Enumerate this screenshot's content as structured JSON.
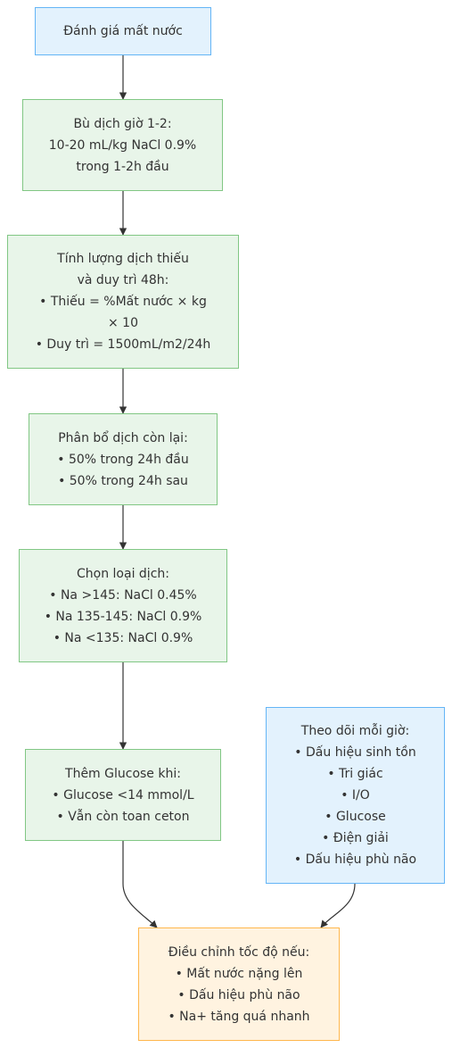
{
  "nodes": {
    "assess": {
      "lines": [
        "Đánh giá mất nước"
      ]
    },
    "bolus": {
      "lines": [
        "Bù dịch giờ 1-2:",
        "10-20 mL/kg NaCl 0.9%",
        "trong 1-2h đầu"
      ]
    },
    "calc": {
      "lines": [
        "Tính lượng dịch thiếu",
        "và duy trì 48h:",
        "• Thiếu = %Mất nước × kg",
        "× 10",
        "• Duy trì = 1500mL/m2/24h"
      ]
    },
    "distribute": {
      "lines": [
        "Phân bổ dịch còn lại:",
        "• 50% trong 24h đầu",
        "• 50% trong 24h sau"
      ]
    },
    "fluid_choice": {
      "lines": [
        "Chọn loại dịch:",
        "• Na >145: NaCl 0.45%",
        "• Na 135-145: NaCl 0.9%",
        "• Na <135: NaCl 0.9%"
      ]
    },
    "glucose": {
      "lines": [
        "Thêm Glucose khi:",
        "• Glucose <14 mmol/L",
        "• Vẫn còn toan ceton"
      ]
    },
    "monitor": {
      "lines": [
        "Theo dõi mỗi giờ:",
        "• Dấu hiệu sinh tồn",
        "• Tri giác",
        "• I/O",
        "• Glucose",
        "• Điện giải",
        "• Dấu hiệu phù não"
      ]
    },
    "adjust": {
      "lines": [
        "Điều chỉnh tốc độ nếu:",
        "• Mất nước nặng lên",
        "• Dấu hiệu phù não",
        "• Na+ tăng quá nhanh"
      ]
    }
  },
  "colors": {
    "process_fill": "#e8f5e9",
    "process_border": "#81c784",
    "info_fill": "#e3f2fd",
    "info_border": "#64b5f6",
    "alert_fill": "#fff3e0",
    "alert_border": "#ffb74d",
    "arrow": "#333333"
  }
}
